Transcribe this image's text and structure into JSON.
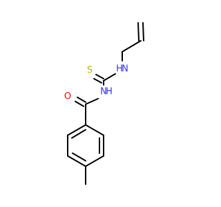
{
  "molecule": {
    "atoms": {
      "sulfur": "S",
      "nitrogen_allyl": "N",
      "hydrogen_allyl": "H",
      "nitrogen_amide": "N",
      "hydrogen_amide": "H",
      "oxygen": "O"
    }
  },
  "colors": {
    "bond": "#000000",
    "sulfur": "#b8b800",
    "nitrogen": "#3333ff",
    "oxygen": "#ff0000",
    "background": "#ffffff"
  }
}
